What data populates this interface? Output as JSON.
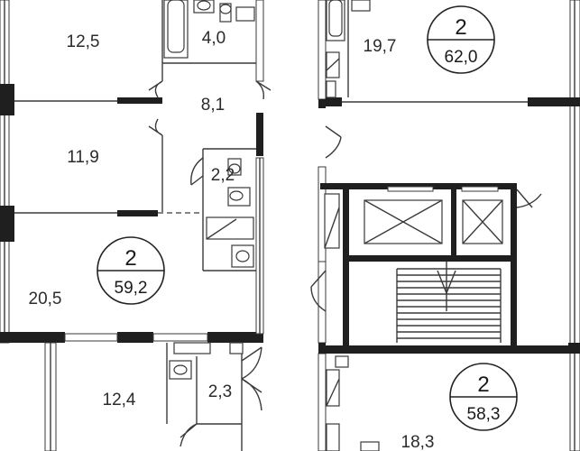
{
  "rooms": [
    {
      "id": "room-1",
      "area": "12,5"
    },
    {
      "id": "room-2",
      "area": "4,0"
    },
    {
      "id": "room-3",
      "area": "8,1"
    },
    {
      "id": "room-4",
      "area": "11,9"
    },
    {
      "id": "room-5",
      "area": "2,2"
    },
    {
      "id": "room-6",
      "area": "20,5"
    },
    {
      "id": "room-7",
      "area": "12,4"
    },
    {
      "id": "room-8",
      "area": "2,3"
    },
    {
      "id": "room-9",
      "area": "19,7"
    },
    {
      "id": "room-10",
      "area": "18,3"
    }
  ],
  "apartments": [
    {
      "rooms": "2",
      "total": "59,2"
    },
    {
      "rooms": "2",
      "total": "62,0"
    },
    {
      "rooms": "2",
      "total": "58,3"
    }
  ]
}
